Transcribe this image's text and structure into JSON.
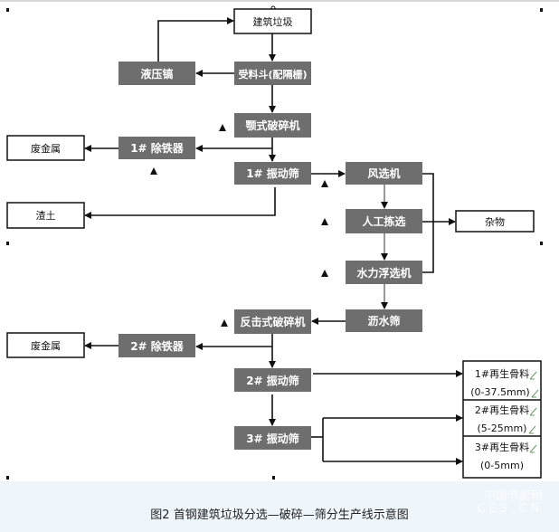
{
  "nodes": {
    "construction_waste": "建筑垃圾",
    "hydraulic_pick": "液压镐",
    "hopper": "受料斗(配隔栅)",
    "jaw_crusher": "颚式破碎机",
    "scrap_metal_1": "废金属",
    "iron_remover_1": "1# 除铁器",
    "vibrating_screen_1": "1# 振动筛",
    "air_separator": "风选机",
    "muck": "渣土",
    "manual_sorting": "人工拣选",
    "debris": "杂物",
    "hydraulic_flotation": "水力浮选机",
    "draining_screen": "沥水筛",
    "impact_crusher": "反击式破碎机",
    "scrap_metal_2": "废金属",
    "iron_remover_2": "2# 除铁器",
    "vibrating_screen_2": "2# 振动筛",
    "vibrating_screen_3": "3# 振动筛",
    "aggregate_1_name": "1#再生骨料",
    "aggregate_1_size": "(0-37.5mm)",
    "aggregate_2_name": "2#再生骨料",
    "aggregate_2_size": "(5-25mm)",
    "aggregate_3_name": "3#再生骨料",
    "aggregate_3_size": "(0-5mm)"
  },
  "caption": "图2 首钢建筑垃圾分选—破碎—筛分生产线示意图",
  "watermark": {
    "line1": "中国节能网",
    "line2": "CES.CN"
  },
  "colors": {
    "process_box": "#6e6e6e",
    "output_box": "#ffffff",
    "caption_bg": "#eef5fb"
  }
}
